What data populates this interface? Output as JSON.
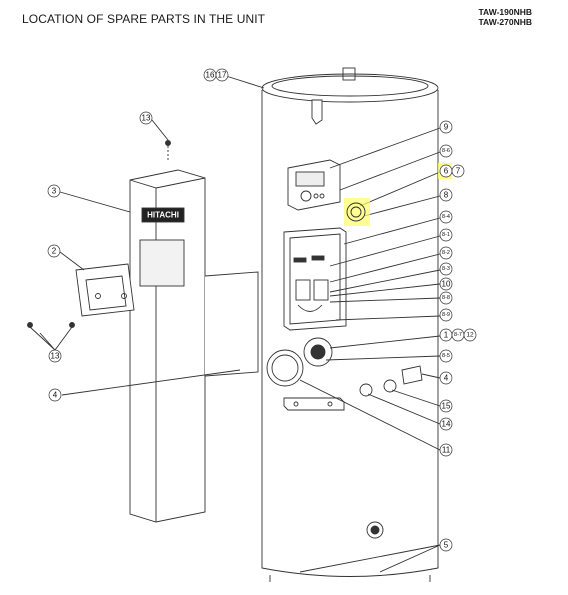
{
  "header": {
    "title": "LOCATION OF SPARE PARTS IN THE UNIT",
    "models": [
      "TAW-190NHB",
      "TAW-270NHB"
    ]
  },
  "colors": {
    "line": "#333333",
    "highlight": "#ffff66",
    "panel_fill": "#f2f2f2"
  },
  "brand_logo_text": "HITACHI",
  "part_labels": {
    "p16_17": "16",
    "p16_17b": "17",
    "p13a": "13",
    "p3": "3",
    "p2": "2",
    "p13b": "13",
    "p4a": "4",
    "p9": "9",
    "p8_6": "8-6",
    "p6": "6",
    "p7": "7",
    "p8": "8",
    "p8_4": "8-4",
    "p8_1": "8-1",
    "p8_2": "8-2",
    "p8_3": "8-3",
    "p10": "10",
    "p8_8": "8-8",
    "p8_9": "8-9",
    "p1": "1",
    "p8_7": "8-7",
    "p12": "12",
    "p8_5": "8-5",
    "p4b": "4",
    "p15": "15",
    "p14": "14",
    "p11": "11",
    "p5": "5"
  }
}
